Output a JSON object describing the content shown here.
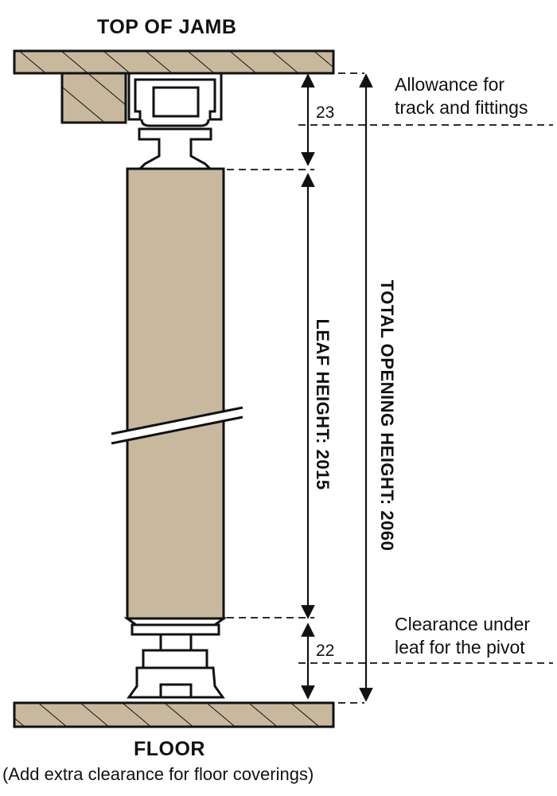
{
  "labels": {
    "top": "TOP OF JAMB",
    "floor": "FLOOR",
    "floor_note": "(Add extra clearance for floor coverings)",
    "allowance_line1": "Allowance for",
    "allowance_line2": "track and fittings",
    "clearance_line1": "Clearance under",
    "clearance_line2": "leaf for the pivot",
    "dim_top": "23",
    "dim_bottom": "22",
    "leaf_height": "LEAF HEIGHT: 2015",
    "total_height": "TOTAL OPENING HEIGHT: 2060"
  },
  "colors": {
    "wood": "#c8b89e",
    "line": "#111111"
  }
}
